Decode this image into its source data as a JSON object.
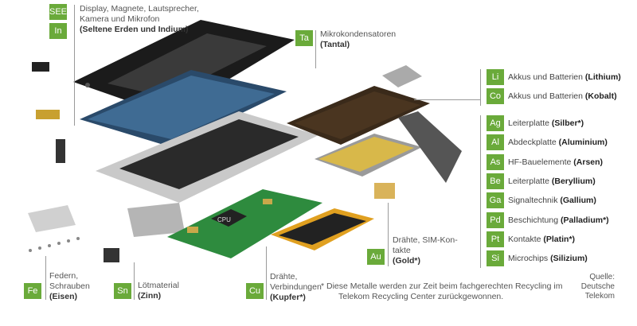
{
  "top_left": {
    "badges": [
      "SEE",
      "In"
    ],
    "line1": "Display, Magnete, Lautsprecher,",
    "line2": "Kamera und Mikrofon",
    "line3": "(Seltene Erden und Indium)"
  },
  "tantal": {
    "badge": "Ta",
    "line1": "Mikrokondensatoren",
    "line2": "(Tantal)"
  },
  "right_group1": [
    {
      "symbol": "Li",
      "text": "Akkus und Batterien",
      "bold": "(Lithium)"
    },
    {
      "symbol": "Co",
      "text": "Akkus und Batterien",
      "bold": "(Kobalt)"
    }
  ],
  "right_group2": [
    {
      "symbol": "Ag",
      "text": "Leiterplatte",
      "bold": "(Silber*)"
    },
    {
      "symbol": "Al",
      "text": "Abdeckplatte",
      "bold": "(Aluminium)"
    },
    {
      "symbol": "As",
      "text": "HF-Bauelemente",
      "bold": "(Arsen)"
    },
    {
      "symbol": "Be",
      "text": "Leiterplatte",
      "bold": "(Beryllium)"
    },
    {
      "symbol": "Ga",
      "text": "Signaltechnik",
      "bold": "(Gallium)"
    },
    {
      "symbol": "Pd",
      "text": "Beschichtung",
      "bold": "(Palladium*)"
    },
    {
      "symbol": "Pt",
      "text": "Kontakte",
      "bold": "(Platin*)"
    },
    {
      "symbol": "Si",
      "text": "Microchips",
      "bold": "(Silizium)"
    }
  ],
  "gold": {
    "badge": "Au",
    "line1": "Drähte, SIM-Kon-",
    "line2": "takte",
    "line3": "(Gold*)"
  },
  "eisen": {
    "badge": "Fe",
    "line1": "Federn,",
    "line2": "Schrauben",
    "line3": "(Eisen)"
  },
  "zinn": {
    "badge": "Sn",
    "line1": "Lötmaterial",
    "line2": "(Zinn)"
  },
  "kupfer": {
    "badge": "Cu",
    "line1": "Drähte,",
    "line2": "Verbindungen",
    "line3": "(Kupfer*)"
  },
  "footnote": {
    "line1": "* Diese Metalle werden zur Zeit beim fachgerechten Recycling im",
    "line2": "Telekom Recycling Center zurückgewonnen."
  },
  "source": {
    "line1": "Quelle:",
    "line2": "Deutsche",
    "line3": "Telekom"
  },
  "pcb_label": "CPU",
  "colors": {
    "badge": "#6aaa3a",
    "line": "#9a9a9a",
    "pcb": "#2e8b3e",
    "battery": "#3a2a1a"
  }
}
